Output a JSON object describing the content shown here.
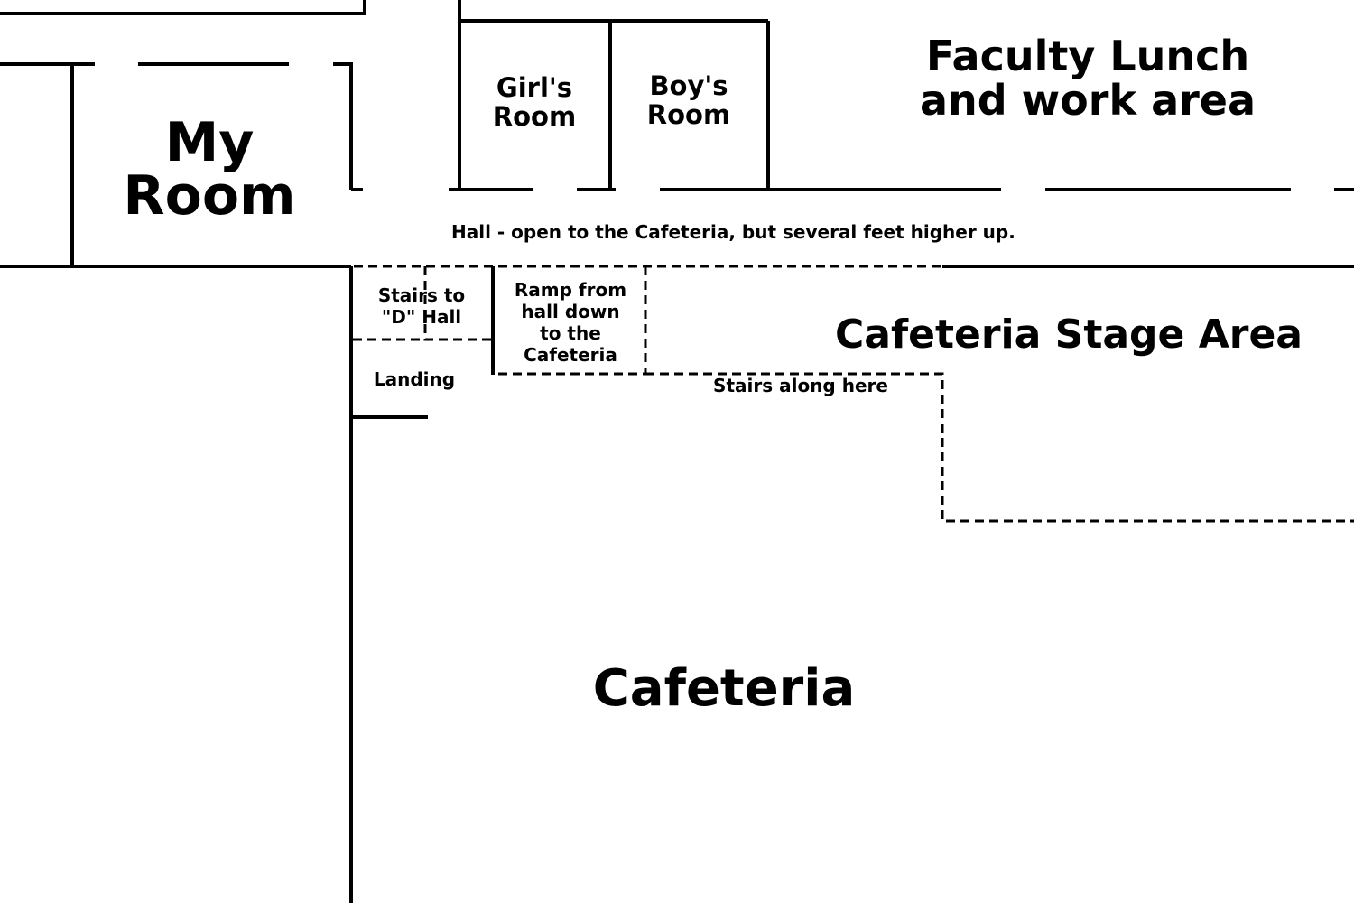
{
  "rooms": {
    "my_room": {
      "line1": "My",
      "line2": "Room"
    },
    "girls_room": {
      "line1": "Girl's",
      "line2": "Room"
    },
    "boys_room": {
      "line1": "Boy's",
      "line2": "Room"
    },
    "faculty": {
      "line1": "Faculty Lunch",
      "line2": "and work area"
    }
  },
  "hall": {
    "label": "Hall - open to the Cafeteria, but several feet higher up."
  },
  "stairs_d_hall": {
    "line1": "Stairs to",
    "line2": "\"D\" Hall"
  },
  "landing": {
    "label": "Landing"
  },
  "ramp": {
    "line1": "Ramp from",
    "line2": "hall down",
    "line3": "to the",
    "line4": "Cafeteria"
  },
  "stage": {
    "label": "Cafeteria Stage Area",
    "stairs_label": "Stairs along here"
  },
  "cafeteria": {
    "label": "Cafeteria"
  }
}
